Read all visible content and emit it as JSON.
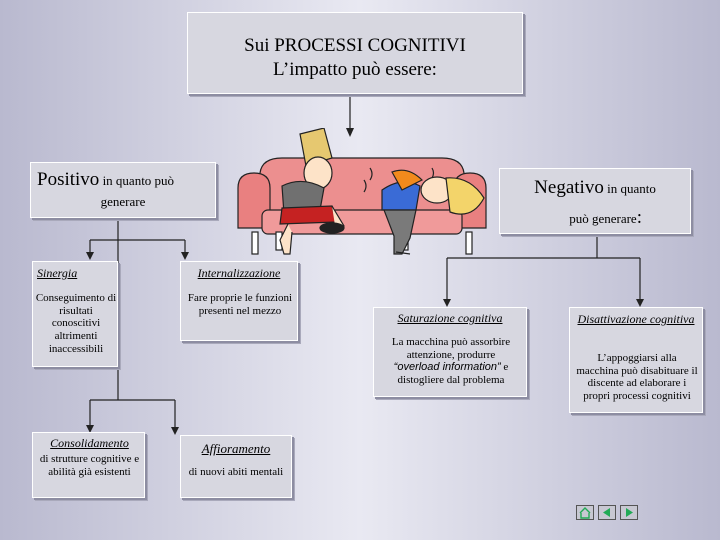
{
  "title": {
    "line1": "Sui PROCESSI COGNITIVI",
    "line2": "L’impatto può essere:"
  },
  "positive": {
    "big": "Positivo",
    "rest1": " in quanto può",
    "rest2": "generare"
  },
  "negative": {
    "big": "Negativo",
    "rest1": " in quanto",
    "rest2": "può generare",
    "colon": ":"
  },
  "nodes": {
    "sinergia": {
      "title": "Sinergia",
      "text": "Conseguimento di risultati conoscitivi altrimenti inaccessibili"
    },
    "internalizzazione": {
      "title": "Internalizzazione",
      "text": "Fare proprie le funzioni presenti nel mezzo"
    },
    "consolidamento": {
      "title": "Consolidamento",
      "text": "di strutture cognitive e abilità già esistenti"
    },
    "affioramento": {
      "title": "Affioramento",
      "text": "di nuovi abiti mentali"
    },
    "saturazione": {
      "title": "Saturazione cognitiva",
      "text1": "La macchina può assorbire attenzione, produrre",
      "quote": "“overload information”",
      "text2": " e distogliere dal problema"
    },
    "disattivazione": {
      "title": "Disattivazione cognitiva",
      "text": "L’appoggiarsi alla macchina può disabituare il discente ad elaborare i propri processi cognitivi"
    }
  },
  "colors": {
    "box": "#d7d7e0",
    "line": "#222222",
    "couch": "#ec8f8f"
  },
  "icons": [
    "home-icon",
    "prev-slide-icon",
    "next-slide-icon"
  ]
}
